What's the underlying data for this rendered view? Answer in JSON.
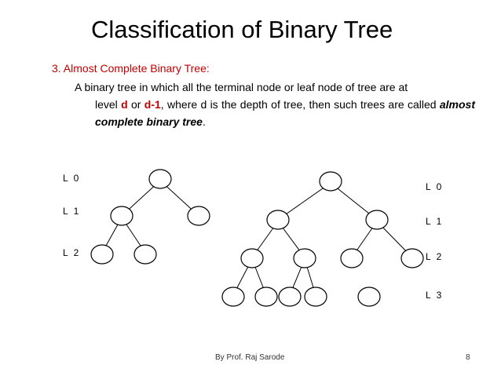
{
  "title": "Classification of Binary Tree",
  "heading": "3.  Almost Complete Binary Tree:",
  "paragraph": {
    "lead": "A binary tree in which all the terminal node or leaf node of tree are at",
    "part1": "level ",
    "d": "d",
    "or": " or ",
    "d1": "d-1",
    "part2": ", where d is the depth of tree, then such trees are called ",
    "term": "almost complete binary tree",
    "end": "."
  },
  "left_tree": {
    "levels": [
      "L 0",
      "L 1",
      "L 2"
    ]
  },
  "right_tree": {
    "levels": [
      "L 0",
      "L 1",
      "L 2",
      "L 3"
    ]
  },
  "footer": {
    "author": "By Prof. Raj Sarode",
    "page": "8"
  }
}
